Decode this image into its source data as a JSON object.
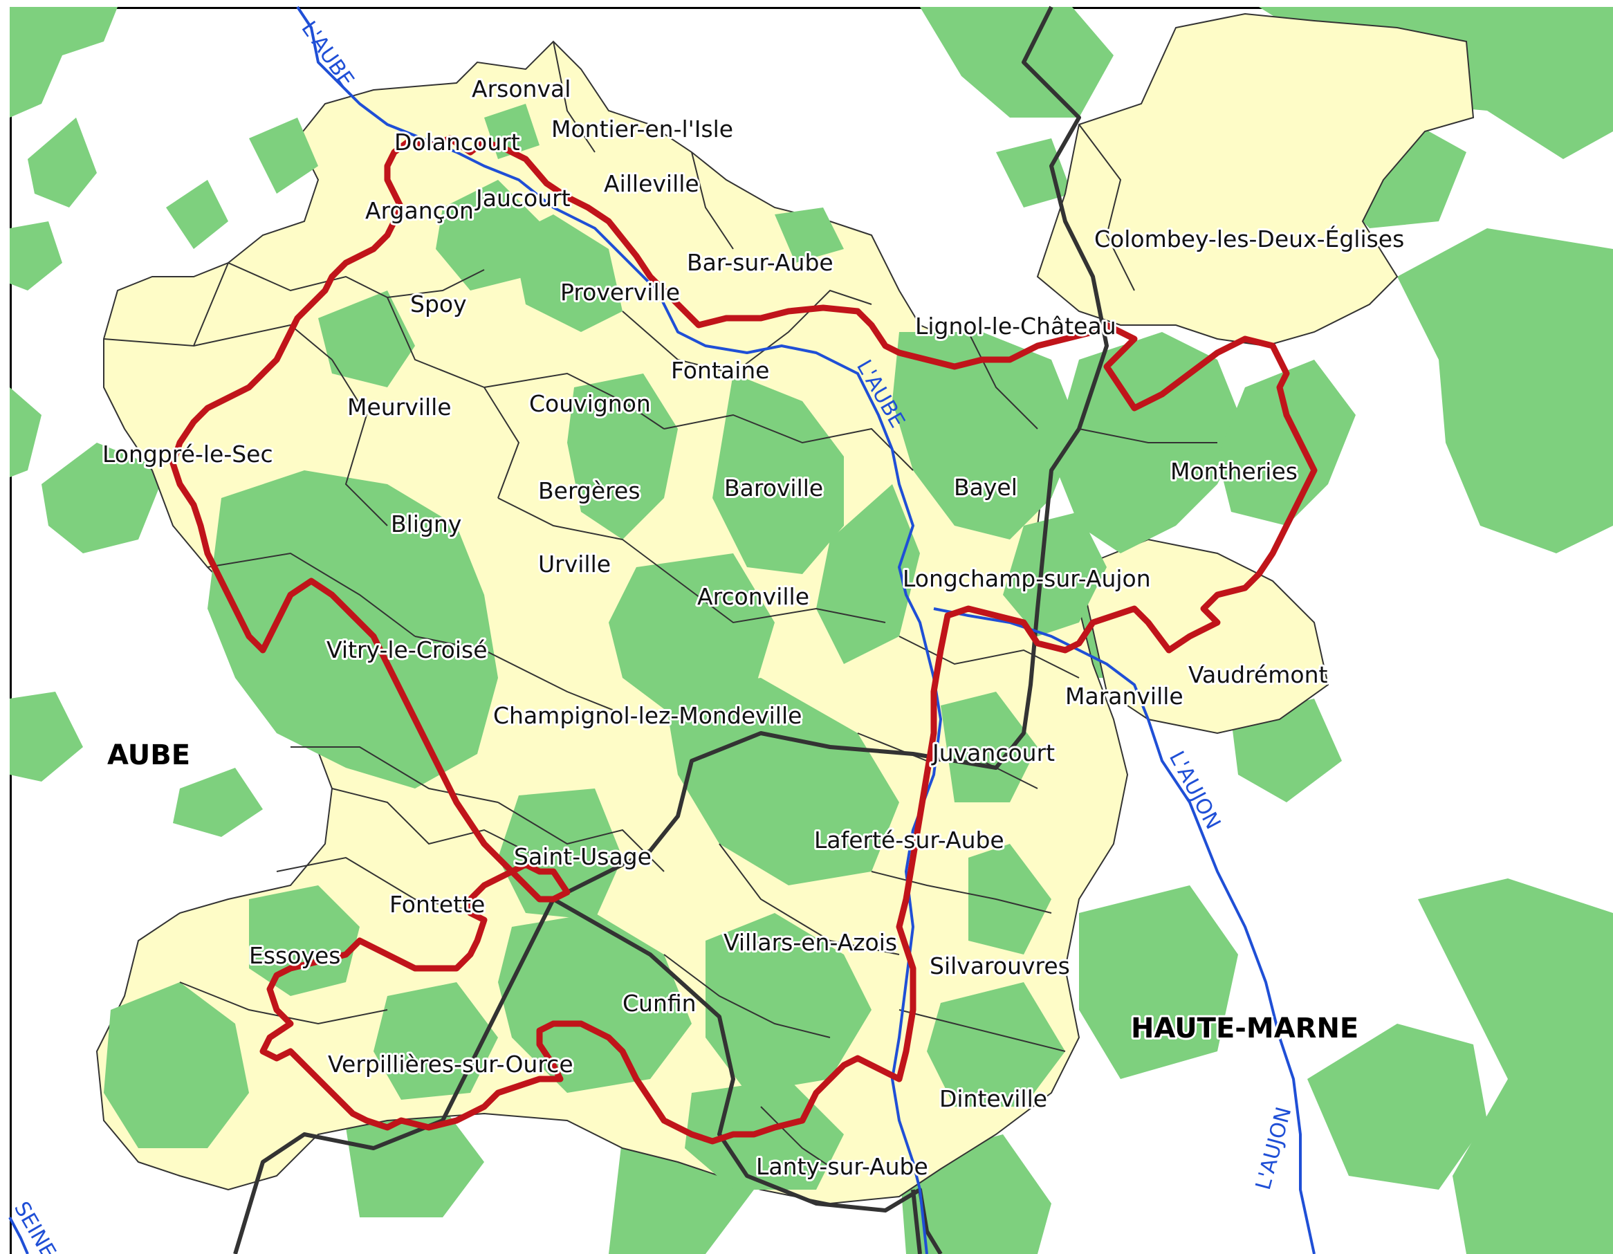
{
  "map": {
    "colors": {
      "forest": "#7ed07e",
      "forest_dark": "#69c069",
      "commune": "#fefcc7",
      "commune_border": "#333333",
      "perimeter": "#c0141a",
      "department_boundary": "#333333",
      "river": "#1f4fd6",
      "background": "#ffffff"
    },
    "departments": [
      "AUBE",
      "HAUTE-MARNE"
    ],
    "rivers": {
      "aube_top": "L'AUBE",
      "aube_middle": "L'AUBE",
      "aujon_upper": "L'AUJON",
      "aujon_lower": "L'AUJON",
      "seine": "SEINE"
    },
    "communes": [
      "Arsonval",
      "Dolancourt",
      "Montier-en-l'Isle",
      "Ailleville",
      "Jaucourt",
      "Arganҫon",
      "Bar-sur-Aube",
      "Proverville",
      "Spoy",
      "Colombey-les-Deux-Églises",
      "Lignol-le-Château",
      "Fontaine",
      "Meurville",
      "Couvignon",
      "Longpré-le-Sec",
      "Bergères",
      "Baroville",
      "Bayel",
      "Montheries",
      "Bligny",
      "Urville",
      "Arconville",
      "Longchamp-sur-Aujon",
      "Vitry-le-Croisé",
      "Vaudrémont",
      "Maranville",
      "Champignol-lez-Mondeville",
      "Juvancourt",
      "Laferté-sur-Aube",
      "Saint-Usage",
      "Fontette",
      "Villars-en-Azois",
      "Essoyes",
      "Silvarouvres",
      "Cunfin",
      "Verpillières-sur-Ource",
      "Dinteville",
      "Lanty-sur-Aube"
    ]
  }
}
